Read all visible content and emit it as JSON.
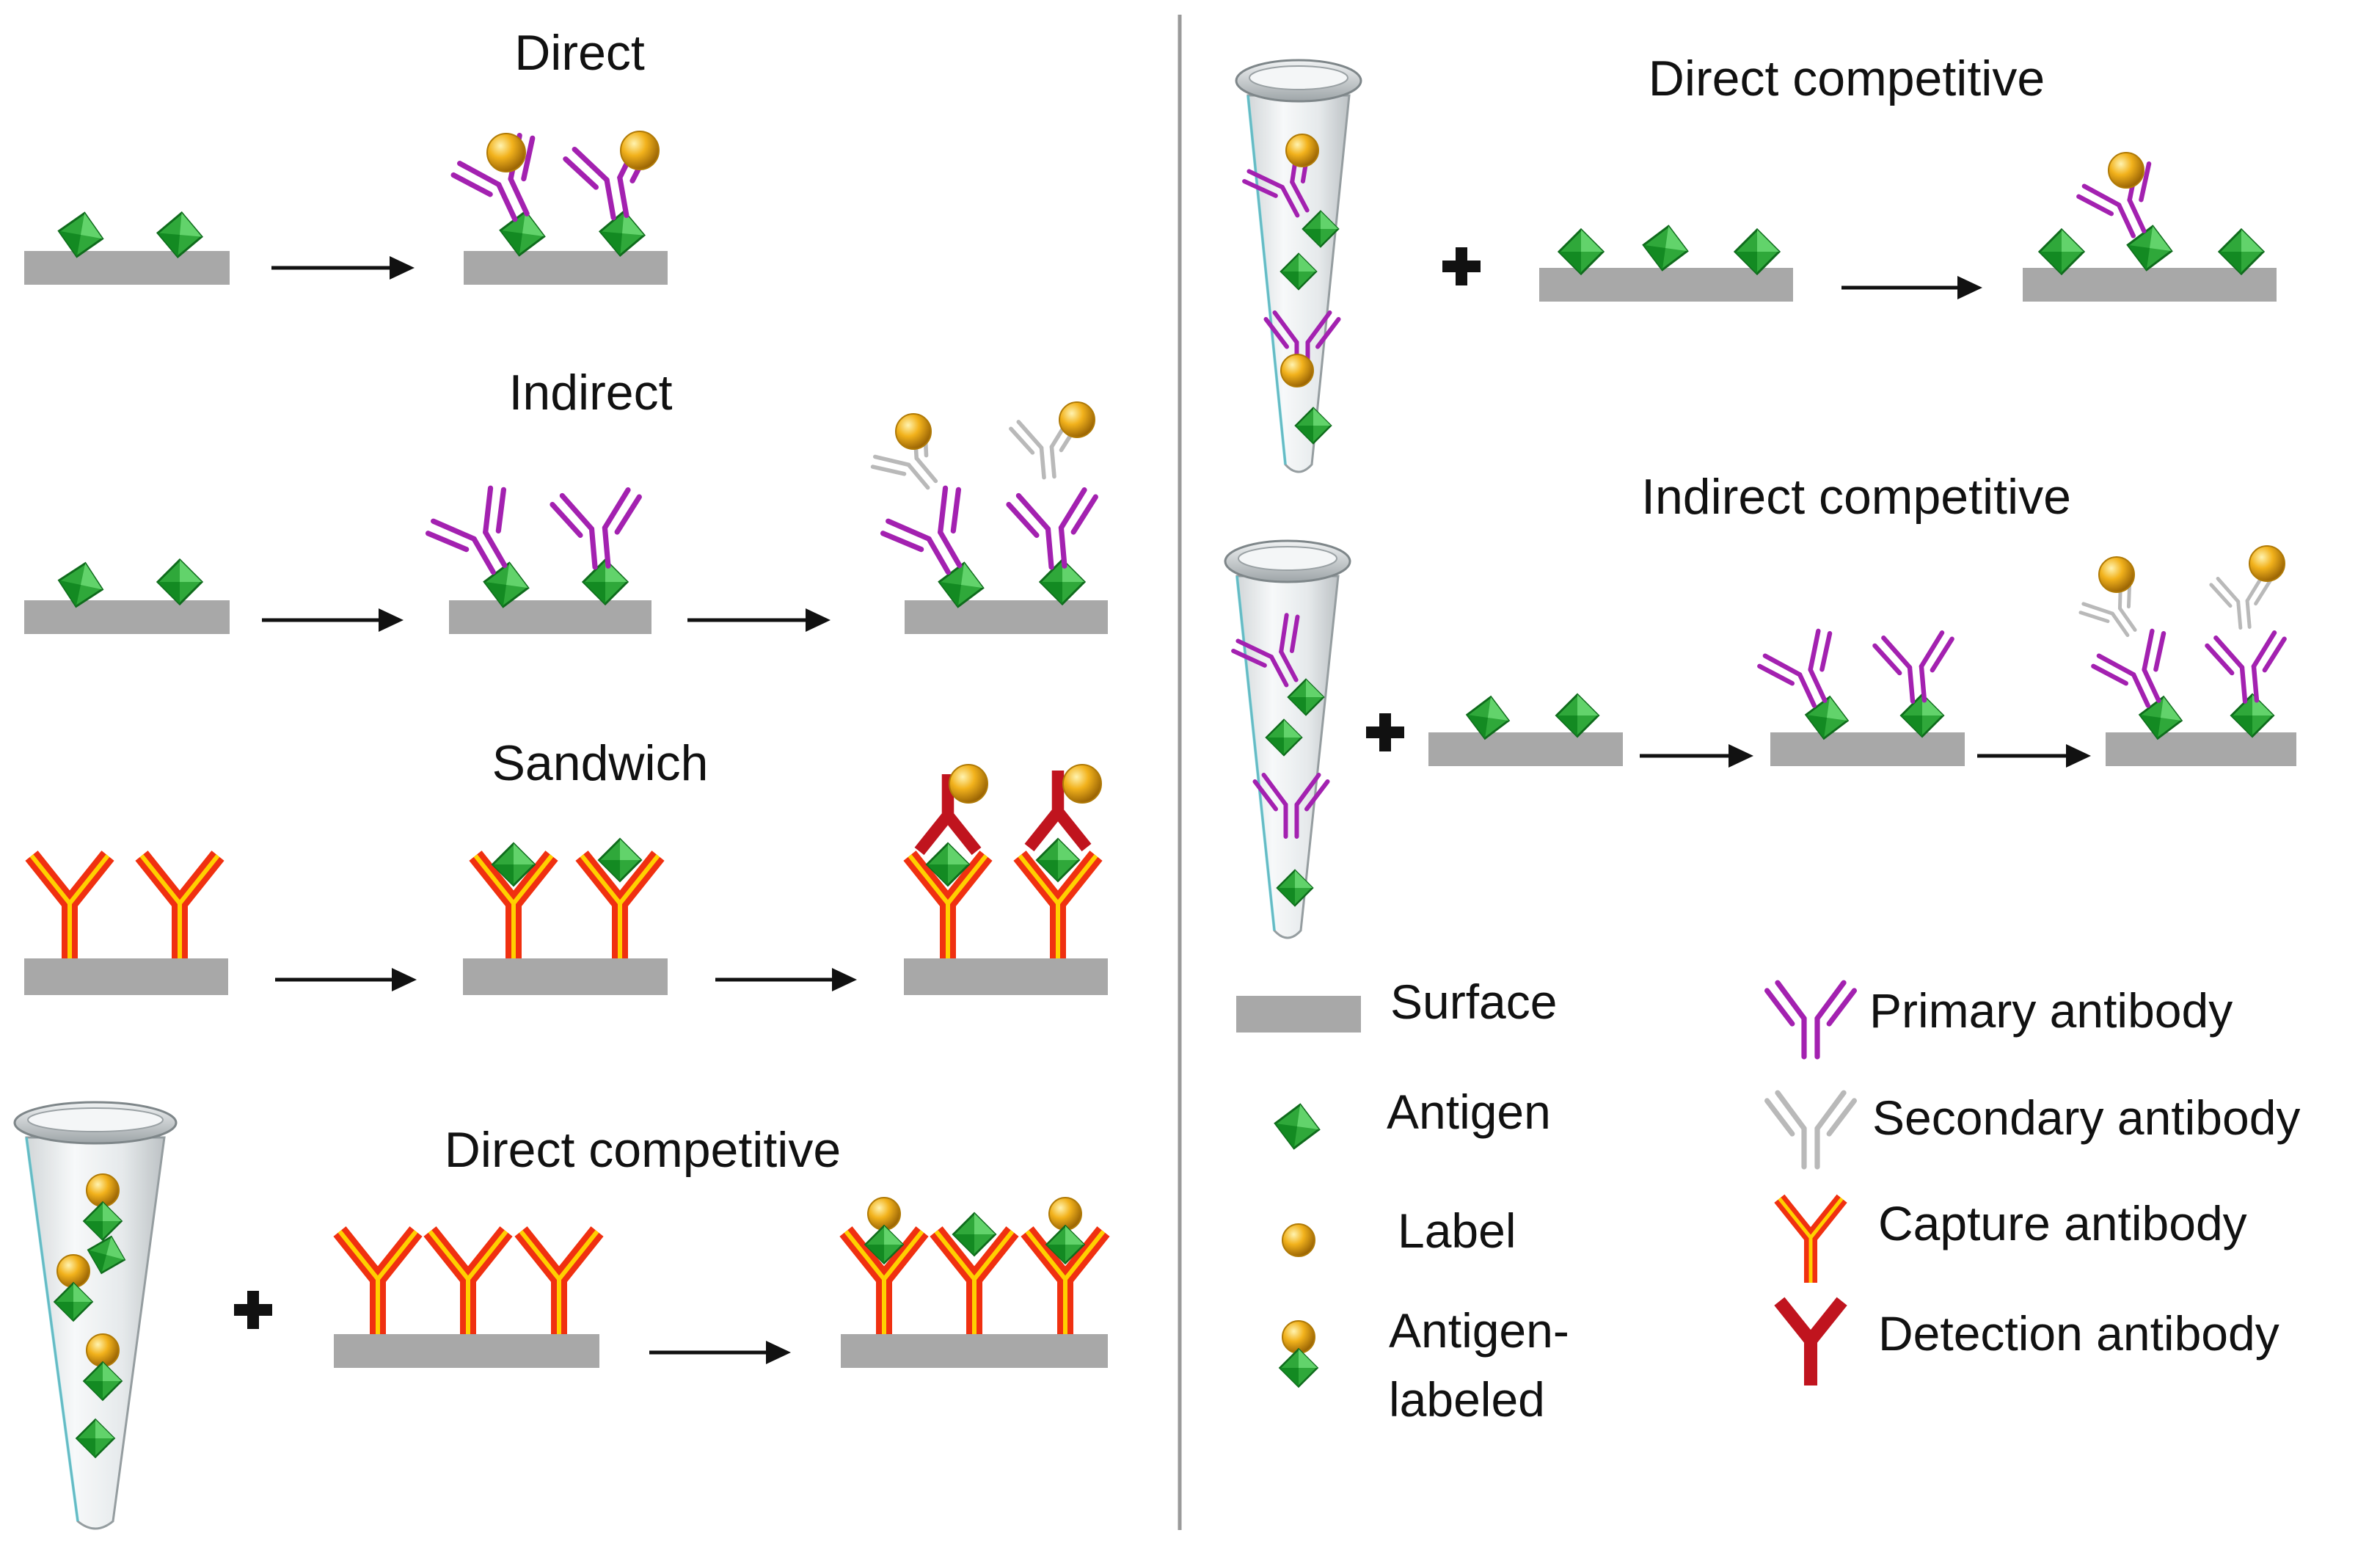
{
  "colors": {
    "surface": "#a8a8a8",
    "antigen": "#2fa83a",
    "antigen_dark": "#0f6b1c",
    "label": "#f2b21c",
    "label_dark": "#b07a06",
    "primary_antibody": "#a321b0",
    "secondary_antibody": "#b9b9b9",
    "capture_antibody": "#f03010",
    "capture_core": "#ffd000",
    "detection_antibody": "#c0141e",
    "arrow": "#111111",
    "divider": "#9a9a9a"
  },
  "icons": [
    "surface-bar",
    "antigen-diamond",
    "label-sphere",
    "primary-antibody-icon",
    "secondary-antibody-icon",
    "capture-antibody-icon",
    "detection-antibody-icon",
    "tube-icon",
    "plus-icon",
    "arrow-icon"
  ],
  "panels": {
    "direct": {
      "title": "Direct"
    },
    "indirect": {
      "title": "Indirect"
    },
    "sandwich": {
      "title": "Sandwich"
    },
    "direct_competitive_left": {
      "title": "Direct competitive"
    },
    "direct_competitive_right": {
      "title": "Direct competitive"
    },
    "indirect_competitive": {
      "title": "Indirect competitive"
    }
  },
  "legend": {
    "surface": "Surface",
    "antigen": "Antigen",
    "label": "Label",
    "antigen_labeled_line1": "Antigen-",
    "antigen_labeled_line2": "labeled",
    "primary_antibody": "Primary antibody",
    "secondary_antibody": "Secondary antibody",
    "capture_antibody": "Capture antibody",
    "detection_antibody": "Detection antibody"
  }
}
